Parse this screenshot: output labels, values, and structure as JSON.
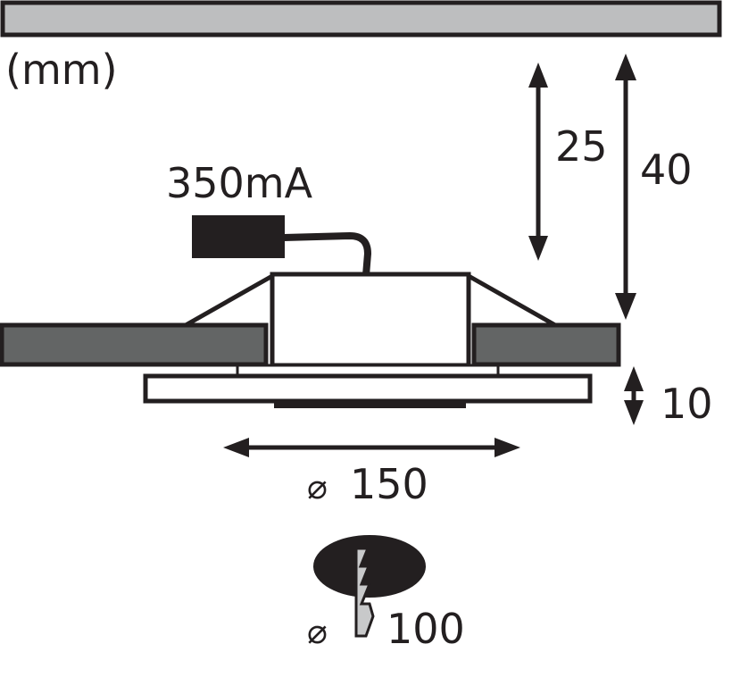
{
  "diagram": {
    "type": "technical-dimension-drawing",
    "subject": "recessed ceiling light fixture",
    "units_label": "(mm)",
    "driver_label": "350mA",
    "dimensions": {
      "recess_depth": "25",
      "total_depth": "40",
      "visible_height": "10",
      "outer_diameter_symbol": "⌀",
      "outer_diameter": "150",
      "cutout_diameter_symbol": "⌀",
      "cutout_diameter": "100"
    },
    "colors": {
      "ceiling_fill": "#bdbebf",
      "panel_fill": "#636565",
      "stroke": "#231f20",
      "cutout_drill_fill": "#c8c9ca",
      "background": "#ffffff"
    }
  }
}
